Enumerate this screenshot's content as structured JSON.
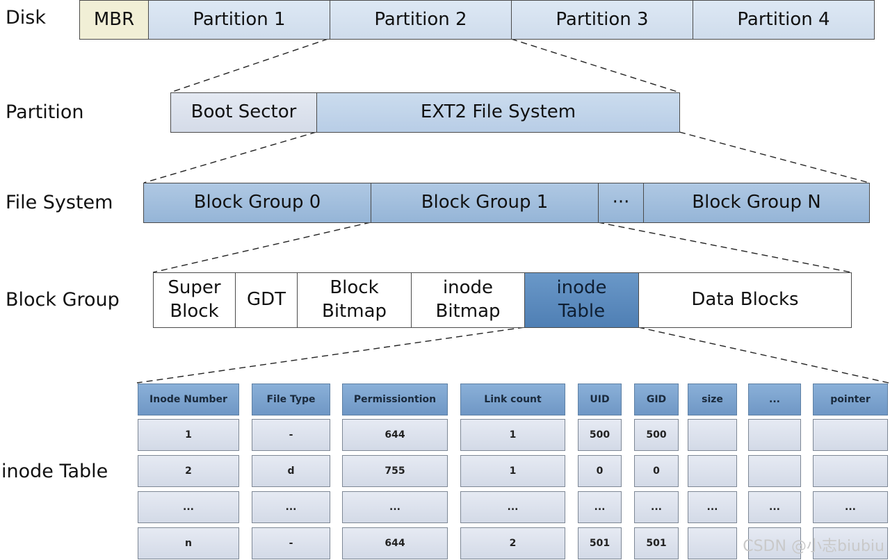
{
  "labels": {
    "disk": "Disk",
    "partition": "Partition",
    "file_system": "File System",
    "block_group": "Block Group",
    "inode_table": "inode Table"
  },
  "disk": [
    "MBR",
    "Partition 1",
    "Partition 2",
    "Partition 3",
    "Partition 4"
  ],
  "partition": [
    "Boot Sector",
    "EXT2 File System"
  ],
  "file_system": [
    "Block Group 0",
    "Block Group 1",
    "···",
    "Block Group N"
  ],
  "block_group": [
    "Super\nBlock",
    "GDT",
    "Block\nBitmap",
    "inode\nBitmap",
    "inode\nTable",
    "Data Blocks"
  ],
  "table": {
    "headers": [
      "Inode Number",
      "File Type",
      "Permissiontion",
      "Link count",
      "UID",
      "GID",
      "size",
      "...",
      "pointer"
    ],
    "rows": [
      [
        "1",
        "-",
        "644",
        "1",
        "500",
        "500",
        "",
        "",
        ""
      ],
      [
        "2",
        "d",
        "755",
        "1",
        "0",
        "0",
        "",
        "",
        ""
      ],
      [
        "...",
        "...",
        "...",
        "...",
        "...",
        "...",
        "...",
        "...",
        "..."
      ],
      [
        "n",
        "-",
        "644",
        "2",
        "501",
        "501",
        "",
        "",
        ""
      ]
    ]
  },
  "watermark": "CSDN @小志biubiu",
  "colors": {
    "mbr": "#f1efd6",
    "partition": "#d6e2f0",
    "ext2": "#c1d4ea",
    "block_group": "#a2bedd",
    "highlight": "#5a89bd",
    "table_header": "#7da4ce",
    "table_cell": "#dde2ed"
  }
}
